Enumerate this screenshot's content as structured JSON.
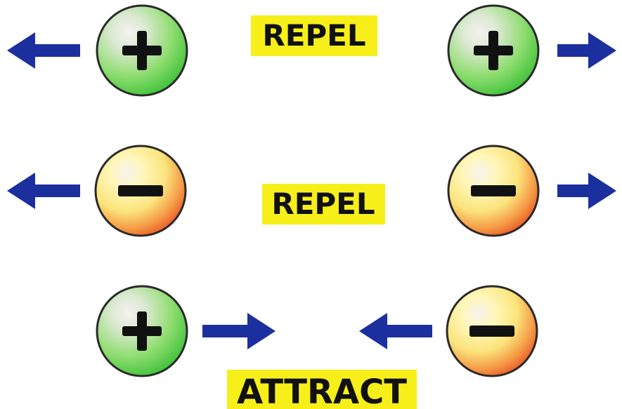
{
  "labels": {
    "top": "REPEL",
    "middle": "REPEL",
    "bottom": "ATTRACT"
  },
  "symbols": {
    "positive": "+",
    "negative": "−"
  },
  "colors": {
    "label_highlight": "#f7ef1a",
    "arrow": "#1b2f9e",
    "positive_charge": "#5cd24a",
    "negative_charge": "#ee6a2c",
    "sign": "#111111"
  },
  "rows": [
    {
      "name": "like-positive",
      "left_charge": "positive",
      "right_charge": "positive",
      "relation": "repel"
    },
    {
      "name": "like-negative",
      "left_charge": "negative",
      "right_charge": "negative",
      "relation": "repel"
    },
    {
      "name": "opposite",
      "left_charge": "positive",
      "right_charge": "negative",
      "relation": "attract"
    }
  ]
}
